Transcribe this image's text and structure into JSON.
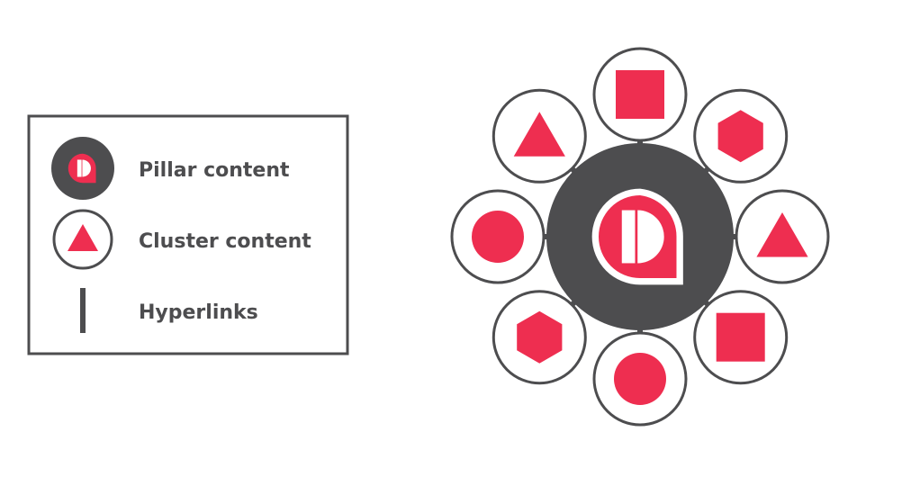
{
  "colors": {
    "accent": "#ee2e50",
    "dark": "#4d4d4f",
    "outline": "#4d4d4f",
    "background": "#ffffff"
  },
  "legend": {
    "items": [
      {
        "icon": "pillar-icon",
        "label": "Pillar content"
      },
      {
        "icon": "cluster-icon",
        "label": "Cluster content"
      },
      {
        "icon": "hyperlink-icon",
        "label": "Hyperlinks"
      }
    ]
  },
  "diagram": {
    "center": {
      "icon": "pillar-icon"
    },
    "clusters": [
      {
        "position": "top",
        "shape": "square"
      },
      {
        "position": "top-right",
        "shape": "hexagon"
      },
      {
        "position": "right",
        "shape": "triangle"
      },
      {
        "position": "bottom-right",
        "shape": "square"
      },
      {
        "position": "bottom",
        "shape": "circle"
      },
      {
        "position": "bottom-left",
        "shape": "hexagon"
      },
      {
        "position": "left",
        "shape": "circle"
      },
      {
        "position": "top-left",
        "shape": "triangle"
      }
    ]
  }
}
